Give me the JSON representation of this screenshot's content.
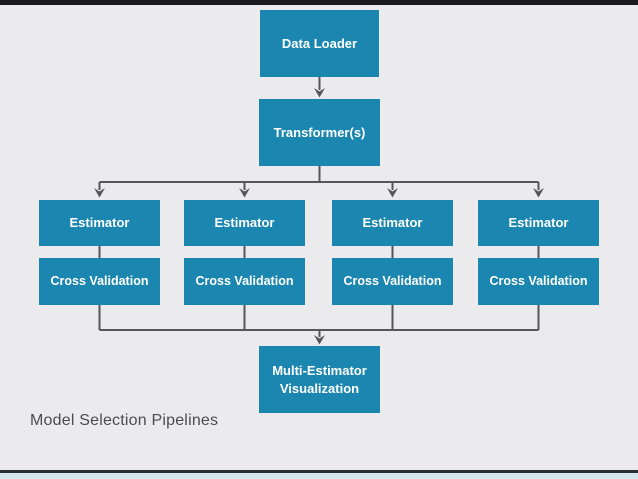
{
  "page": {
    "background_color": "#ebeaed",
    "top_bar_color": "#1b1b1e",
    "bottom_line_color": "#272d30",
    "bottom_strip_color": "#d4e7eb"
  },
  "diagram": {
    "caption": "Model Selection Pipelines",
    "node_fill_color": "#1b87b0",
    "node_text_color": "#ffffff",
    "connector_color": "#55565a",
    "nodes": {
      "data_loader": "Data Loader",
      "transformers": "Transformer(s)",
      "estimators": [
        "Estimator",
        "Estimator",
        "Estimator",
        "Estimator"
      ],
      "cross_validations": [
        "Cross Validation",
        "Cross Validation",
        "Cross Validation",
        "Cross Validation"
      ],
      "multi_estimator_visualization": "Multi-Estimator Visualization"
    }
  }
}
